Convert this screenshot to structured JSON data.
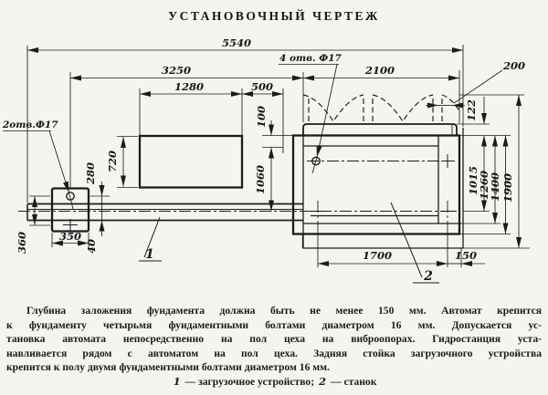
{
  "page": {
    "title": "УСТАНОВОЧНЫЙ ЧЕРТЕЖ"
  },
  "drawing": {
    "hole_labels": {
      "left": "2отв.Ф17",
      "machine": "4 отв. Ф17"
    },
    "part_labels": {
      "loader": "1",
      "machine": "2"
    },
    "dims": {
      "d5540": "5540",
      "d3250": "3250",
      "d1280": "1280",
      "d500": "500",
      "d2100": "2100",
      "d200": "200",
      "d122": "122",
      "d100": "100",
      "d1060": "1060",
      "d720": "720",
      "d280": "280",
      "d360": "360",
      "d350": "350",
      "d40": "40",
      "d1015": "1015",
      "d1260": "1260",
      "d1400": "1400",
      "d1900": "1900",
      "d1700": "1700",
      "d150": "150"
    }
  },
  "notes": {
    "lines": [
      "Глубина заложения фундамента должна быть не менее 150 мм. Автомат крепится",
      "к фундаменту четырьмя фундаментными болтами диаметром 16 мм. Допускается ус-",
      "тановка автомата непосредственно на пол цеха на виброопорах. Гидростанция уста-",
      "навливается рядом с автоматом на пол цеха. Задняя стойка загрузочного устройства",
      "крепится к полу двумя фундаментными болтами диаметром 16 мм."
    ],
    "legend": {
      "num1": "1",
      "text1": "— загрузочное устройство;",
      "num2": "2",
      "text2": "— станок"
    }
  }
}
